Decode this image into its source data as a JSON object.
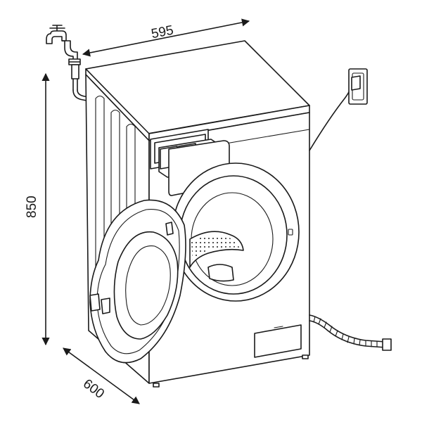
{
  "dimensions": {
    "width": "595",
    "height": "850",
    "depth": "600"
  }
}
